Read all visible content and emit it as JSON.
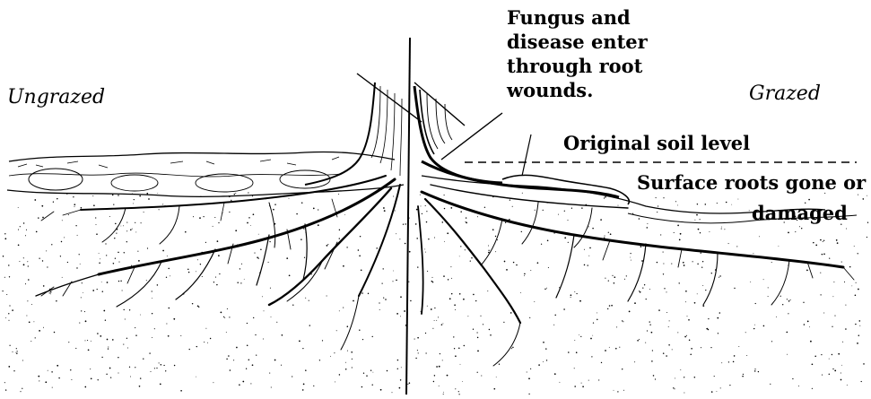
{
  "labels": {
    "ungrazed": "Ungrazed",
    "grazed": "Grazed",
    "fungus_line1": "Fungus and",
    "fungus_line2": "disease enter",
    "fungus_line3": "through root",
    "fungus_line4": "wounds.",
    "original_soil": "Original soil level",
    "surface_roots_line1": "Surface roots gone or",
    "surface_roots_line2": "damaged"
  },
  "colors": {
    "ink": "#000000",
    "background": "#ffffff"
  }
}
